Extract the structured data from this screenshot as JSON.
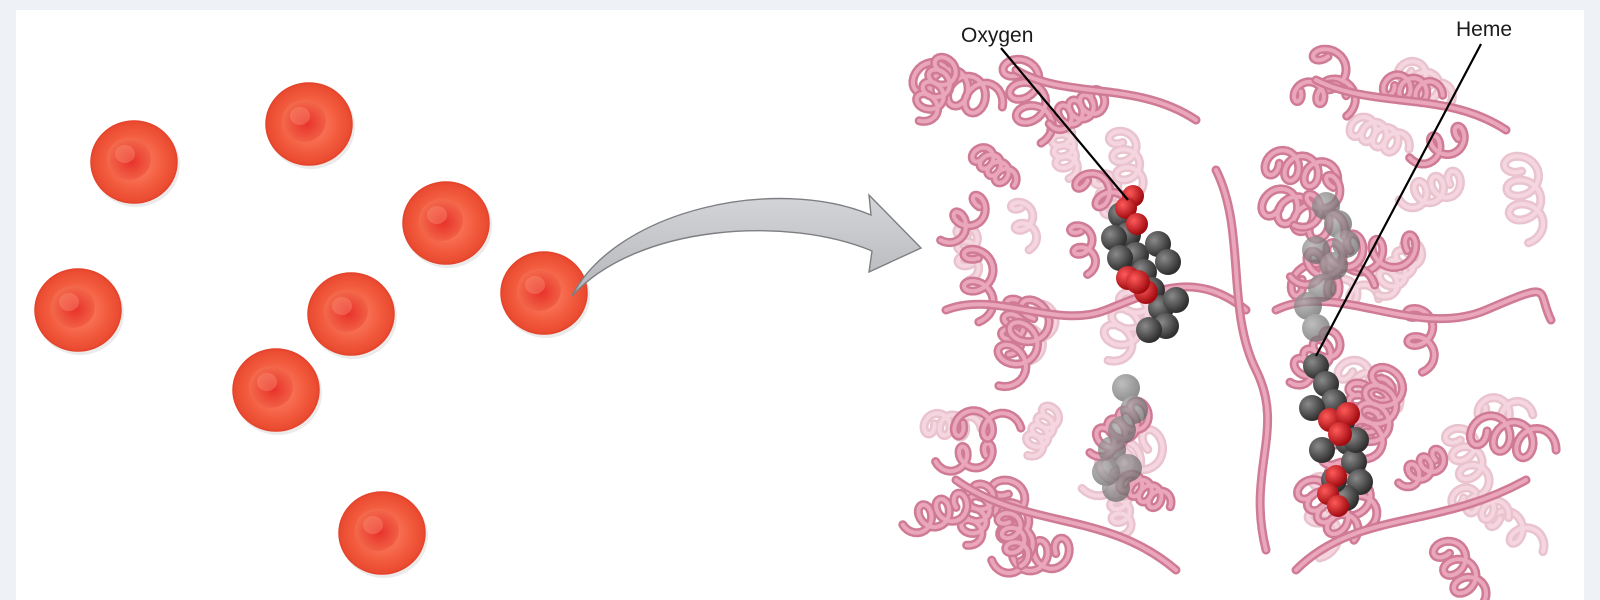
{
  "labels": {
    "oxygen": "Oxygen",
    "heme": "Heme"
  },
  "colors": {
    "red_blood_cell": "#f05a3c",
    "protein_ribbon": "#d98aa2",
    "heme_atoms": "#4a4a4a",
    "oxygen_atoms": "#d0151c",
    "arrow_fill": "#c4c6c9"
  },
  "cell_count": 8
}
